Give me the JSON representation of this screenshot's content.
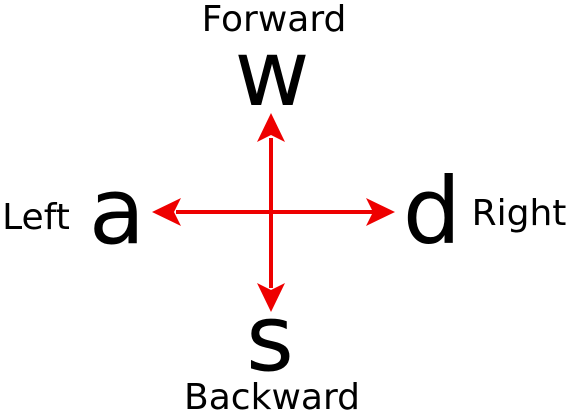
{
  "keys": {
    "up": "w",
    "left": "a",
    "right": "d",
    "down": "s"
  },
  "labels": {
    "up": "Forward",
    "left": "Left",
    "right": "Right",
    "down": "Backward"
  },
  "colors": {
    "arrow": "#ee0000",
    "text": "#000000"
  }
}
